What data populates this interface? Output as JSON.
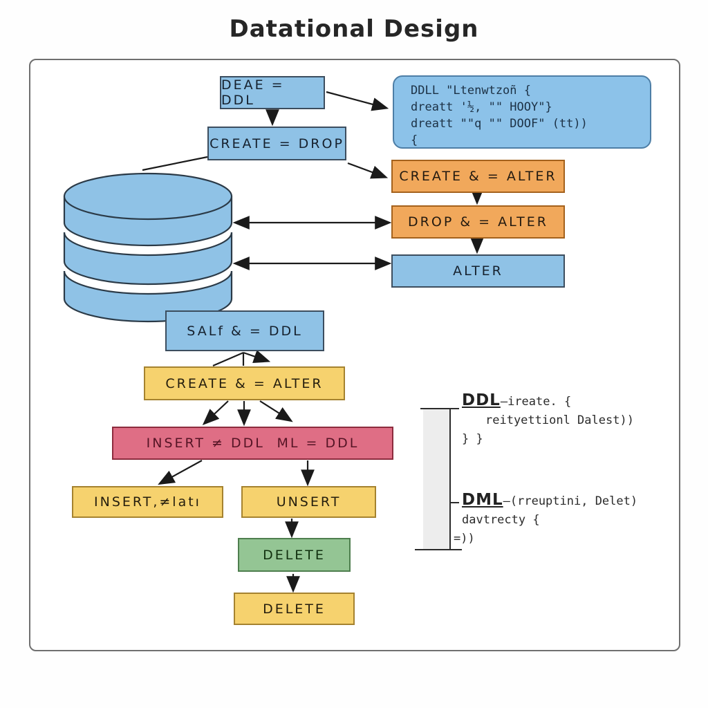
{
  "title": "Datational Design",
  "colors": {
    "node_blue": "#8FC2E6",
    "node_orange": "#F1A85B",
    "node_yellow": "#F6D26E",
    "node_pink": "#DF6E85",
    "node_green": "#94C594",
    "code_background": "#8CC2E9",
    "arrow": "#1a1a1a"
  },
  "nodes": {
    "deae": "DEAE = DDL",
    "create_drop": "CREATE = DROP",
    "create_alter_orange": "CREATE & = ALTER",
    "drop_alter": "DROP & = ALTER",
    "alter": "ALTER",
    "salf": "SALf & = DDL",
    "create_alter_yellow": "CREATE & = ALTER",
    "insert_left": "INSERT ≠ DDL",
    "insert_right": "ML = DDL",
    "insert_lat": "INSERT,≠latı",
    "unsert": "UNSERT",
    "delete_green": "DELETE",
    "delete_yellow": "DELETE"
  },
  "code_block": {
    "lines": [
      "DDLL \"Ltenwtzoñ {",
      "dreatt '½, \"\" HOOY\"}",
      "dreatt \"\"q \"\" DOOF\" (tt))",
      "{"
    ]
  },
  "legend": {
    "ddl_term": "DDL",
    "ddl_rest": "–ireate. {",
    "ddl_line2": "reityettionl Dalest))",
    "ddl_line3": "}  }",
    "dml_term": "DML",
    "dml_rest": "–(rreuptini, Delet)",
    "dml_line2": "davtrecty {",
    "dml_line3": "=))"
  }
}
